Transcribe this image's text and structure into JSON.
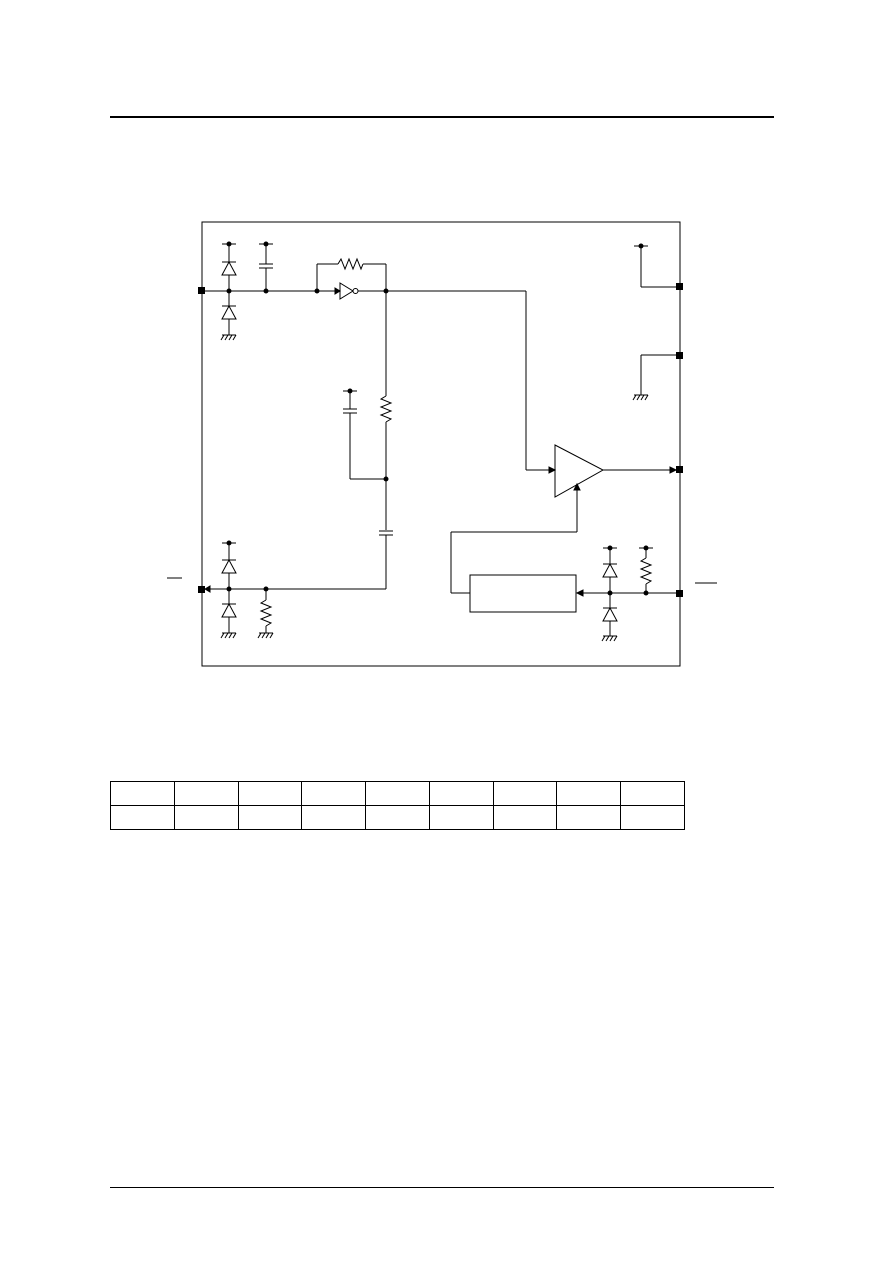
{
  "page": {
    "header_rule": true,
    "footer_rule": true
  },
  "diagram": {
    "stroke_color": "#000000",
    "blocks": [
      "outer-chip-boundary",
      "feedback-resistor",
      "inverter",
      "bias-resistor",
      "decoupling-capacitor",
      "coupling-capacitor",
      "comparator",
      "logic-block"
    ],
    "pins": [
      "input-pin",
      "output-pin-top-right",
      "ground-pin-right",
      "comparator-output-pin",
      "control-pin-right",
      "output-pin-bottom-left"
    ],
    "protection": [
      "esd-diode-pair-input",
      "esd-diode-pair-bottom-left",
      "esd-diode-pair-right"
    ]
  },
  "pin_table": {
    "rows": [
      [
        "",
        "",
        "",
        "",
        "",
        "",
        "",
        "",
        ""
      ],
      [
        "",
        "",
        "",
        "",
        "",
        "",
        "",
        "",
        ""
      ]
    ]
  }
}
